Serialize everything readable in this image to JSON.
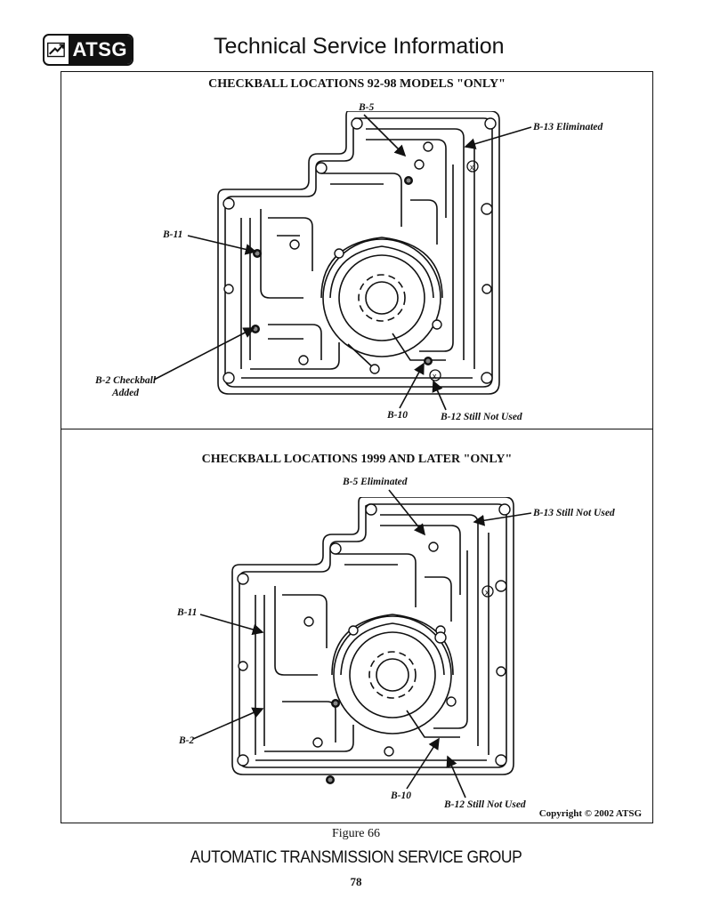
{
  "header": {
    "logo_text": "ATSG",
    "title": "Technical Service Information"
  },
  "panels": [
    {
      "title": "CHECKBALL LOCATIONS 92-98 MODELS \"ONLY\"",
      "labels": {
        "b5": "B-5",
        "b13": "B-13 Eliminated",
        "b11": "B-11",
        "b2_line1": "B-2 Checkball",
        "b2_line2": "Added",
        "b10": "B-10",
        "b12": "B-12 Still Not Used"
      }
    },
    {
      "title": "CHECKBALL LOCATIONS 1999 AND LATER \"ONLY\"",
      "labels": {
        "b5": "B-5 Eliminated",
        "b13": "B-13 Still Not Used",
        "b11": "B-11",
        "b2": "B-2",
        "b10": "B-10",
        "b12": "B-12 Still Not Used"
      }
    }
  ],
  "copyright": "Copyright © 2002 ATSG",
  "figure_caption": "Figure 66",
  "footer": "AUTOMATIC TRANSMISSION SERVICE GROUP",
  "page_number": "78"
}
